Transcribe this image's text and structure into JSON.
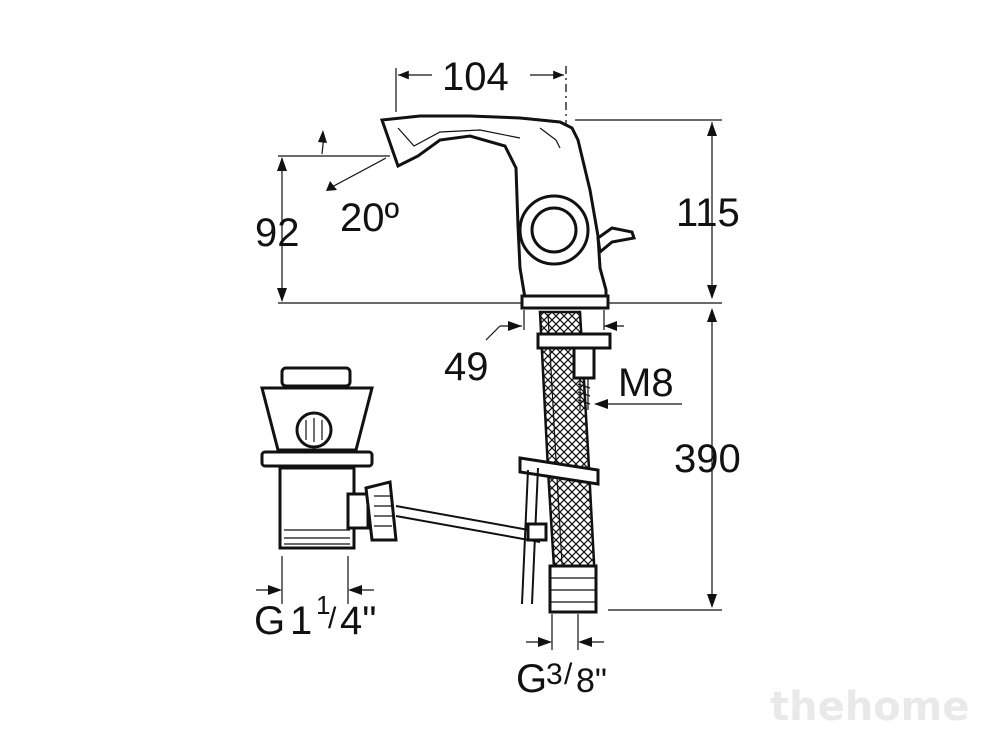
{
  "dimensions": {
    "spout_reach": "104",
    "height_total": "115",
    "spout_height": "92",
    "spout_angle": "20º",
    "base_diameter": "49",
    "stud_thread": "M8",
    "hose_length": "390",
    "waste_thread_g": "G",
    "waste_thread_whole": "1",
    "waste_thread_num": "1",
    "waste_thread_slash": "/",
    "waste_thread_den": "4\"",
    "hose_thread_g": "G",
    "hose_thread_num": "3",
    "hose_thread_slash": "/",
    "hose_thread_den": "8\""
  },
  "watermark": "thehome"
}
